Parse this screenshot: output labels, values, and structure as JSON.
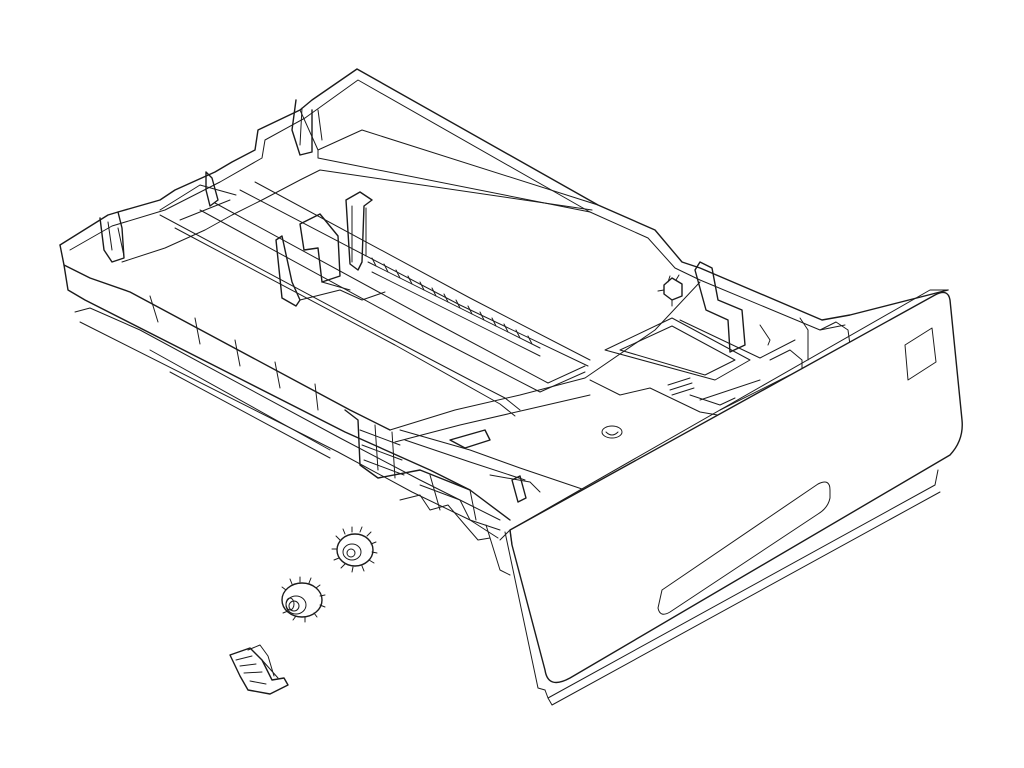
{
  "figure": {
    "subject": "paper-tray-exploded-view",
    "background_color": "#ffffff",
    "line_color": "#1a1a1a",
    "parts": [
      {
        "name": "paper-tray-cassette",
        "icon": "paper-tray-icon"
      },
      {
        "name": "gear-large",
        "icon": "gear-icon"
      },
      {
        "name": "gear-small",
        "icon": "gear-icon"
      },
      {
        "name": "lift-lever",
        "icon": "lever-icon"
      }
    ]
  }
}
